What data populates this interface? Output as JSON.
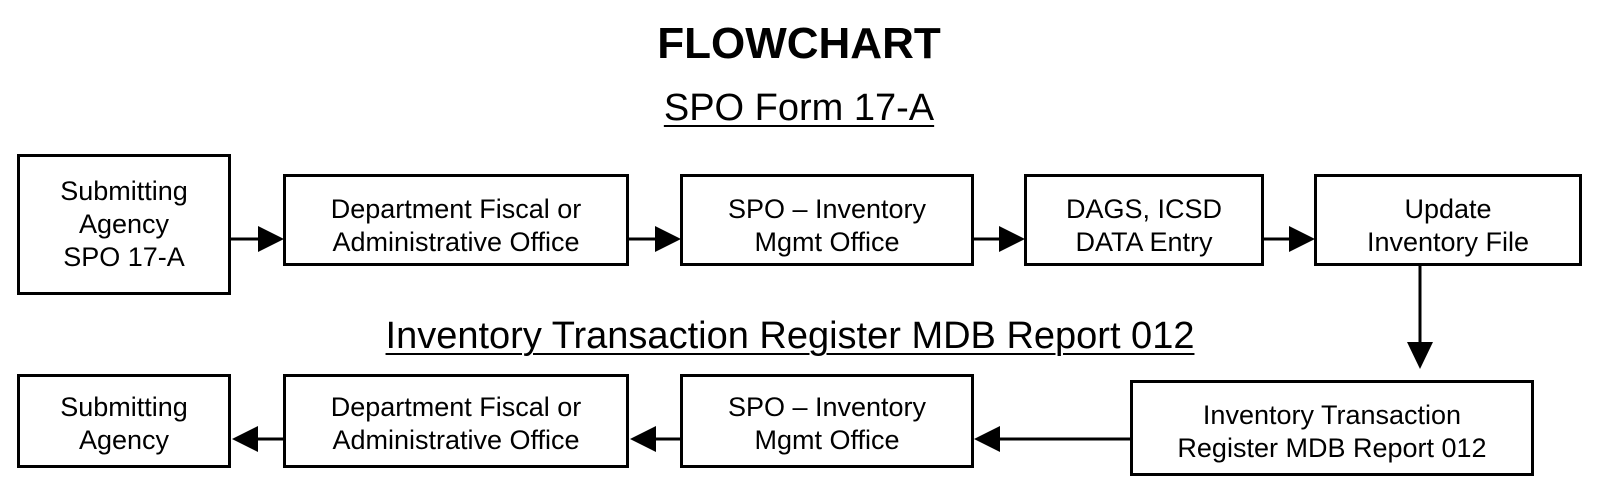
{
  "title": "FLOWCHART",
  "top_section": {
    "heading": "SPO Form 17-A",
    "boxes": [
      {
        "lines": [
          "Submitting",
          "Agency",
          "SPO 17-A"
        ]
      },
      {
        "lines": [
          "Department Fiscal or",
          "Administrative Office"
        ]
      },
      {
        "lines": [
          "SPO – Inventory",
          "Mgmt Office"
        ]
      },
      {
        "lines": [
          "DAGS, ICSD",
          "DATA Entry"
        ]
      },
      {
        "lines": [
          "Update",
          "Inventory File"
        ]
      }
    ]
  },
  "bottom_section": {
    "heading": "Inventory Transaction Register MDB Report 012",
    "boxes": [
      {
        "lines": [
          "Submitting",
          "Agency"
        ]
      },
      {
        "lines": [
          "Department Fiscal or",
          "Administrative Office"
        ]
      },
      {
        "lines": [
          "SPO – Inventory",
          "Mgmt Office"
        ]
      },
      {
        "lines": [
          "Inventory Transaction",
          "Register MDB Report 012"
        ]
      }
    ]
  }
}
